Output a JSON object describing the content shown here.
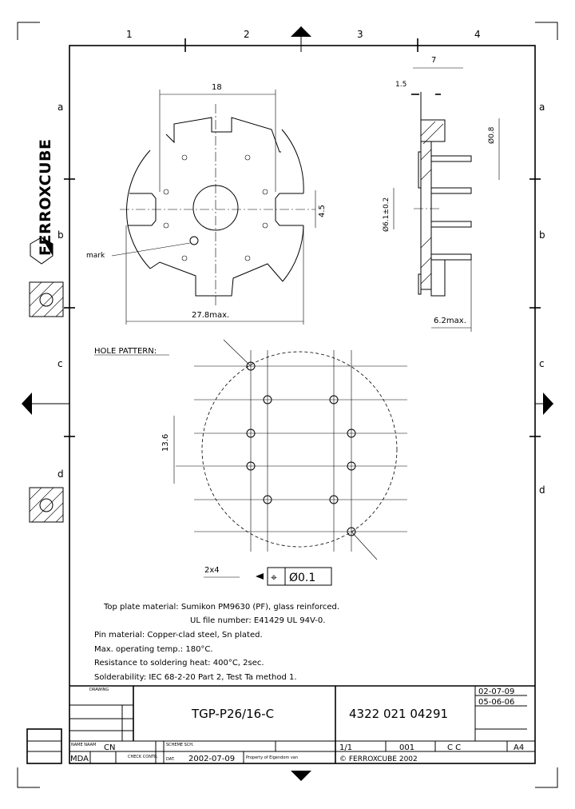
{
  "grid": {
    "columns": [
      "1",
      "2",
      "3",
      "4"
    ],
    "rows": [
      "a",
      "b",
      "c",
      "d"
    ]
  },
  "logo": {
    "text": "FERROXCUBE"
  },
  "top_view": {
    "dim_width": "18",
    "dim_slot": "4.5",
    "dim_diameter": "27.8max.",
    "mark_label": "mark"
  },
  "side_view": {
    "dim_top": "7",
    "dim_thickness": "1.5",
    "dim_pin": "Ø0.8",
    "dim_hole": "Ø6.1±0.2",
    "dim_height": "6.2max."
  },
  "hole_pattern": {
    "title": "HOLE PATTERN:",
    "dim_pitch": "13.6",
    "dim_count": "2x4",
    "tolerance_symbol": "⌖",
    "tolerance_value": "Ø0.1"
  },
  "notes": [
    "Top plate material: Sumikon PM9630 (PF), glass reinforced.",
    "UL file number: E41429 UL 94V-0.",
    "Pin material: Copper-clad steel, Sn plated.",
    "Max. operating temp.: 180°C.",
    "Resistance to soldering heat: 400°C, 2sec.",
    "Solderability: IEC 68-2-20 Part 2, Test Ta method 1."
  ],
  "title_block": {
    "drawing_label": "DRAWING",
    "title": "TGP-P26/16-C",
    "code": "4322 021 04291",
    "revisions": [
      "02-07-09",
      "05-06-06"
    ],
    "name_label": "NAME NAAM",
    "name_value": "CN",
    "drawn_by": "MDA",
    "check_label": "CHECK CONTR.",
    "scheme_label": "SCHEME SCH.",
    "date_label": "DAT.",
    "date_value": "2002-07-09",
    "property_label": "Property of Eigendom van",
    "copyright": "© FERROXCUBE 2002",
    "sheet": "1/1",
    "part": "001",
    "version": "C C",
    "format": "A4"
  }
}
